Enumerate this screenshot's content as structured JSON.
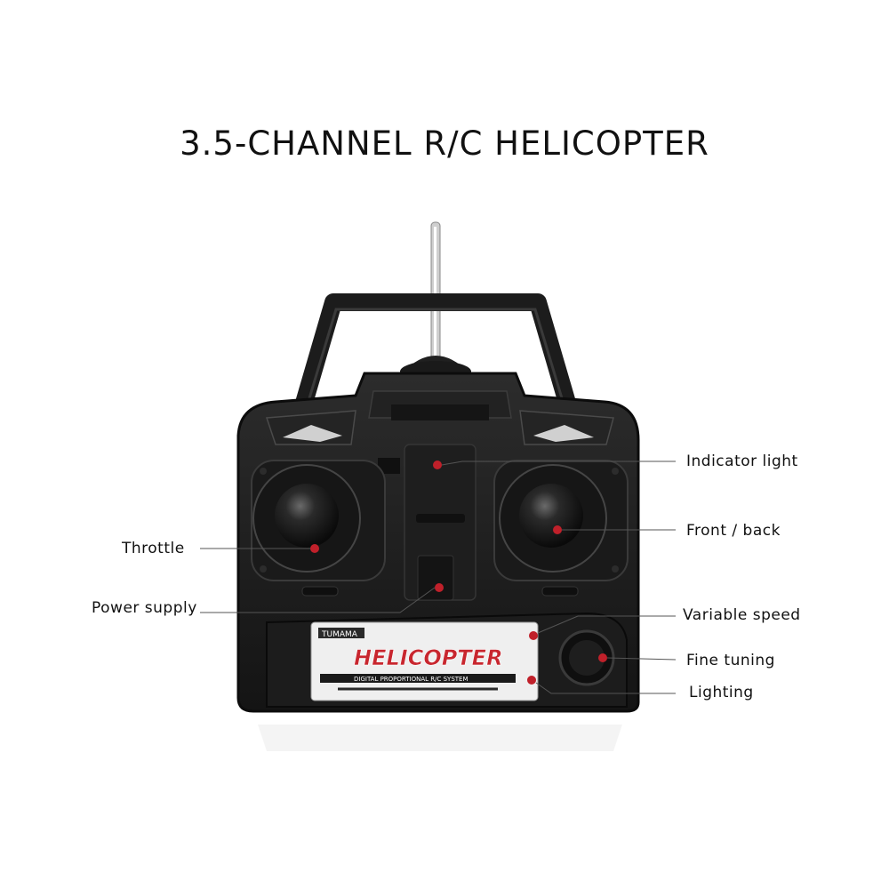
{
  "title": "3.5-CHANNEL R/C HELICOPTER",
  "labels": {
    "indicator_light": "Indicator light",
    "front_back": "Front / back",
    "throttle": "Throttle",
    "power_supply": "Power supply",
    "variable_speed": "Variable speed",
    "fine_tuning": "Fine tuning",
    "lighting": "Lighting"
  },
  "panel": {
    "brand": "TUMAMA",
    "product": "HELICOPTER",
    "tagline": "DIGITAL PROPORTIONAL R/C SYSTEM"
  },
  "colors": {
    "body": "#1b1b1b",
    "accent_dot": "#c0202a",
    "leader_line": "#555555"
  }
}
